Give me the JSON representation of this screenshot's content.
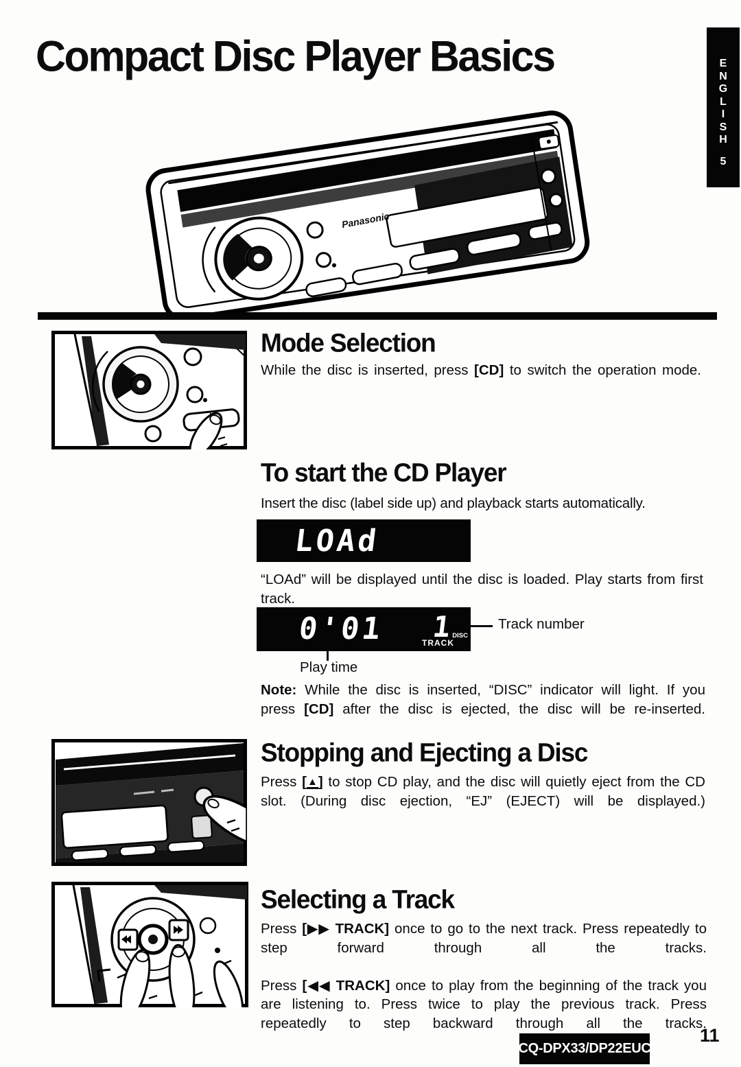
{
  "page": {
    "title": "Compact Disc Player Basics",
    "language_tab": {
      "letters": [
        "E",
        "N",
        "G",
        "L",
        "I",
        "S",
        "H"
      ],
      "number": "5"
    },
    "page_number": "11",
    "model_badge": "CQ-DPX33/DP22EUC"
  },
  "device": {
    "brand": "Panasonic"
  },
  "displays": {
    "load": {
      "text": "LOAd"
    },
    "play": {
      "time": "0'01",
      "track": "1",
      "track_label": "TRACK",
      "disc_label": "DISC"
    },
    "callouts": {
      "track_number": "Track number",
      "play_time": "Play time"
    }
  },
  "sections": {
    "mode": {
      "heading": "Mode Selection",
      "body": [
        {
          "t": "While the disc is inserted, press "
        },
        {
          "t": "[CD]",
          "b": true
        },
        {
          "t": " to switch the operation mode."
        }
      ]
    },
    "start": {
      "heading": "To start the CD Player",
      "intro": "Insert the disc (label side up) and playback starts automatically.",
      "after_load": "“LOAd” will be displayed until the disc is loaded. Play starts from first track.",
      "note": [
        {
          "t": "Note:",
          "b": true
        },
        {
          "t": " While the disc is inserted, “DISC” indicator will light. If you press "
        },
        {
          "t": "[CD]",
          "b": true
        },
        {
          "t": " after the disc is ejected, the disc will be re-inserted."
        }
      ]
    },
    "stop": {
      "heading": "Stopping and Ejecting a Disc",
      "body": [
        {
          "t": "Press "
        },
        {
          "t": "[",
          "b": true
        },
        {
          "t": "▲",
          "b": true,
          "u": true
        },
        {
          "t": "]",
          "b": true
        },
        {
          "t": " to stop CD play, and the disc will quietly eject from the CD slot. (During disc ejection, “EJ” (EJECT) will be displayed.)"
        }
      ]
    },
    "select": {
      "heading": "Selecting a Track",
      "body1": [
        {
          "t": "Press "
        },
        {
          "t": "[▶▶ TRACK]",
          "b": true
        },
        {
          "t": " once to go to the next track. Press repeatedly to step forward through all the tracks."
        }
      ],
      "body2": [
        {
          "t": "Press "
        },
        {
          "t": "[◀◀ TRACK]",
          "b": true
        },
        {
          "t": " once to play from the beginning of the track you are listening to. Press twice to play the previous track. Press repeatedly to step backward through all the tracks."
        }
      ]
    }
  }
}
